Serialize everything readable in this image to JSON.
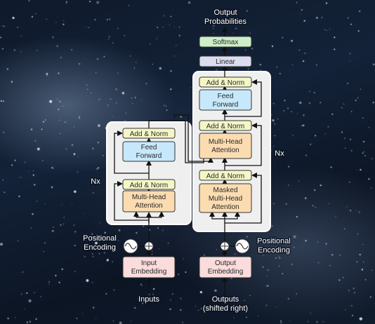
{
  "labels": {
    "output_probabilities_line1": "Output",
    "output_probabilities_line2": "Probabilities",
    "softmax": "Softmax",
    "linear": "Linear",
    "add_norm": "Add & Norm",
    "feed_forward_line1": "Feed",
    "feed_forward_line2": "Forward",
    "multi_head_line1": "Multi-Head",
    "multi_head_line2": "Attention",
    "masked_line1": "Masked",
    "masked_line2": "Multi-Head",
    "masked_line3": "Attention",
    "input_embedding_line1": "Input",
    "input_embedding_line2": "Embedding",
    "output_embedding_line1": "Output",
    "output_embedding_line2": "Embedding",
    "positional_line1": "Positional",
    "positional_line2": "Encoding",
    "encoder_repeat": "Nx",
    "decoder_repeat": "Nx",
    "inputs": "Inputs",
    "outputs_line1": "Outputs",
    "outputs_line2": "(shifted right)"
  },
  "colors": {
    "add_norm": "#f4f7c5",
    "feed_forward": "#c7e8fa",
    "attention": "#fbdcb1",
    "embedding": "#fadcdc",
    "softmax": "#cdeec9",
    "linear": "#dcdcf0",
    "panel": "#efefef"
  }
}
